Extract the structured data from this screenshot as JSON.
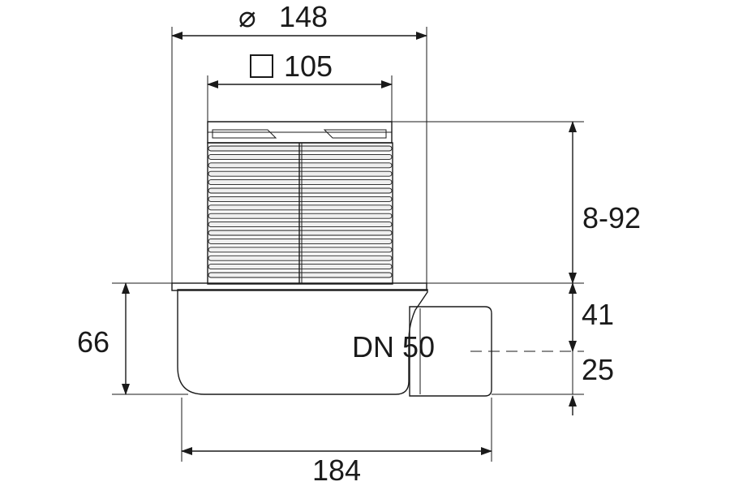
{
  "dimensions": {
    "outer_diameter_symbol": "⌀",
    "outer_diameter_value": "148",
    "grate_square_value": "105",
    "height_adjust": "8-92",
    "body_height": "66",
    "upper_to_outlet": "41",
    "outlet_to_bottom": "25",
    "outlet_label": "DN 50",
    "total_length": "184"
  },
  "colors": {
    "stroke": "#1a1a1a",
    "body_fill_top": "#f4f4f4",
    "body_fill_bottom": "#d9d9d9",
    "rib_fill": "#e6e6e6"
  }
}
